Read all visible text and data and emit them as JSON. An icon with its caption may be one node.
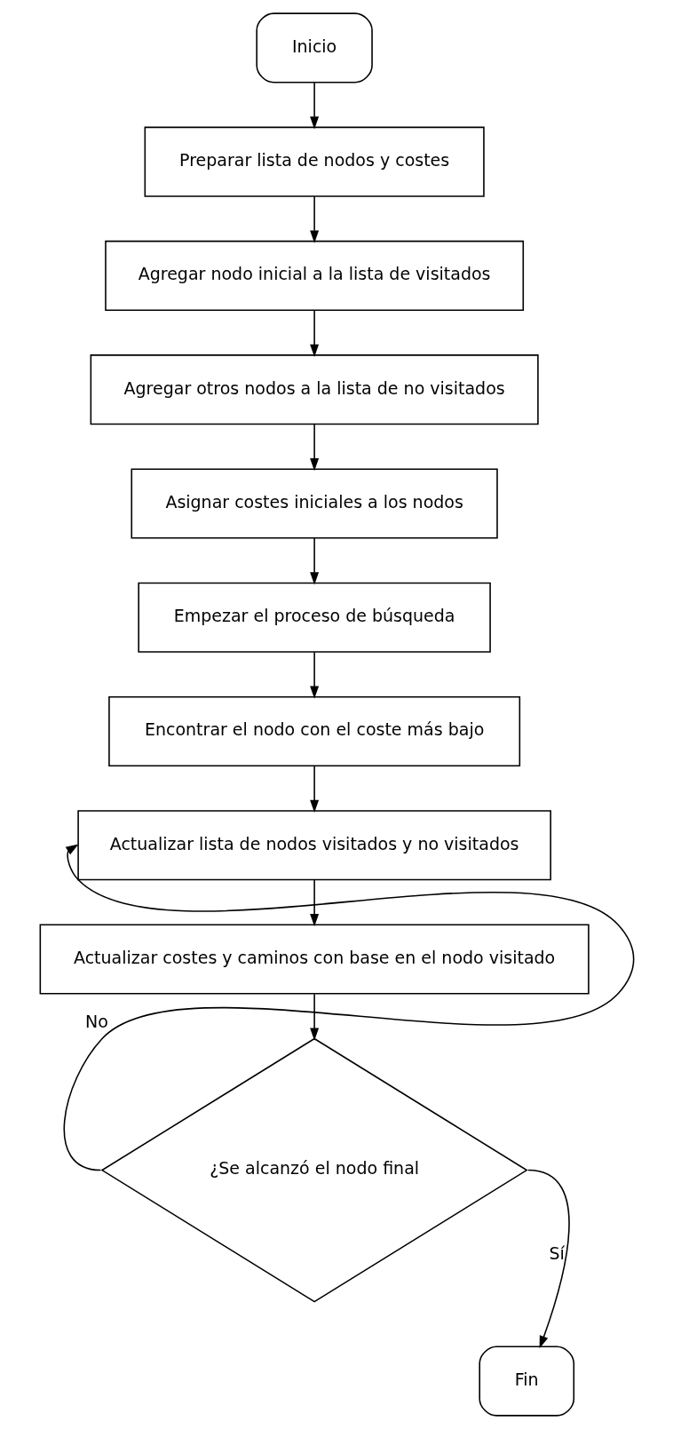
{
  "diagram": {
    "nodes": [
      {
        "text": [
          "Inicio"
        ]
      },
      {
        "text": [
          "Preparar lista de nodos y costes"
        ]
      },
      {
        "text": [
          "Agregar nodo inicial a la lista de visitados"
        ]
      },
      {
        "text": [
          "Agregar otros nodos a la lista de no visitados"
        ]
      },
      {
        "text": [
          "Asignar costes iniciales a los nodos"
        ]
      },
      {
        "text": [
          "Empezar el proceso de búsqueda"
        ]
      },
      {
        "text": [
          "Encontrar el nodo con el coste más bajo"
        ]
      },
      {
        "text": [
          "Actualizar lista de nodos visitados y no visitados"
        ]
      },
      {
        "text": [
          "Actualizar costes y caminos con base en el nodo visitado"
        ]
      },
      {
        "text": [
          "¿Se alcanzó el nodo final"
        ]
      },
      {
        "text": [
          "Fin"
        ]
      }
    ],
    "edges": [
      {
        "from": 0,
        "to": 1,
        "arrow": "to"
      },
      {
        "from": 1,
        "to": 2,
        "arrow": "to"
      },
      {
        "from": 2,
        "to": 3,
        "arrow": "to"
      },
      {
        "from": 3,
        "to": 4,
        "arrow": "to"
      },
      {
        "from": 4,
        "to": 5,
        "arrow": "to"
      },
      {
        "from": 5,
        "to": 6,
        "arrow": "to"
      },
      {
        "from": 6,
        "to": 7,
        "arrow": "to"
      },
      {
        "from": 7,
        "to": 8,
        "arrow": "to"
      },
      {
        "from": 8,
        "to": 9,
        "arrow": "to"
      },
      {
        "from": 9,
        "to": 7,
        "arrow": "to",
        "label": "No"
      },
      {
        "from": 9,
        "to": 10,
        "arrow": "to",
        "label": "Sí"
      }
    ]
  }
}
